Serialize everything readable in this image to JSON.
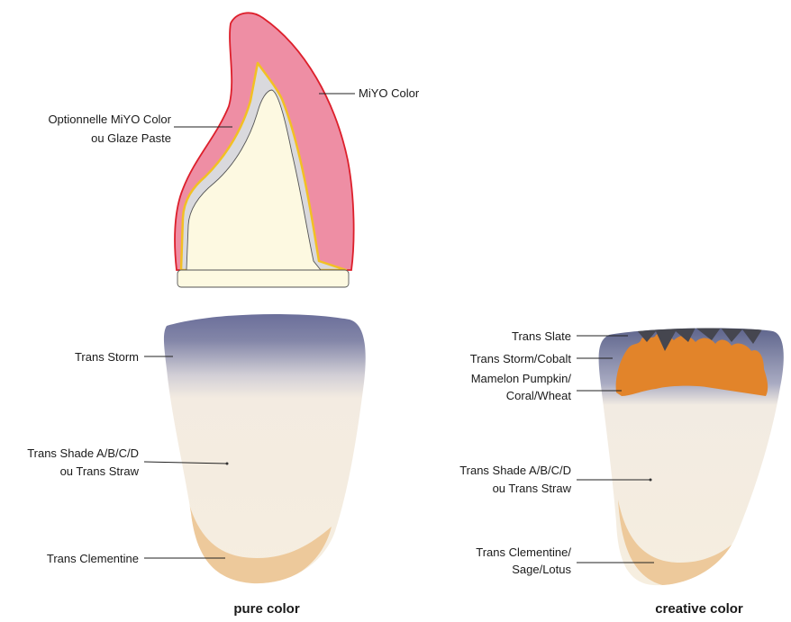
{
  "top_diagram": {
    "labels": {
      "miyo_color": "MiYO Color",
      "optional_line1": "Optionnelle MiYO Color",
      "optional_line2": "ou  Glaze Paste"
    }
  },
  "pure_color": {
    "caption": "pure color",
    "labels": {
      "trans_storm": "Trans Storm",
      "shade_line1": "Trans Shade A/B/C/D",
      "shade_line2": "ou Trans Straw",
      "clementine": "Trans Clementine"
    }
  },
  "creative_color": {
    "caption": "creative color",
    "labels": {
      "slate": "Trans Slate",
      "storm_cobalt": "Trans Storm/Cobalt",
      "mamelon_line1": "Mamelon Pumpkin/",
      "mamelon_line2": "Coral/Wheat",
      "shade_line1": "Trans Shade A/B/C/D",
      "shade_line2": "ou Trans Straw",
      "clementine_line1": "Trans Clementine/",
      "clementine_line2": "Sage/Lotus"
    }
  },
  "colors": {
    "miyo_pink": "#ee8ea4",
    "outline_red": "#dd1f2b",
    "dentin_cream": "#fdf9e1",
    "gold_line": "#f2c024",
    "storm_blue": "#6a6e98",
    "tooth_cream": "#f6eedf",
    "clementine": "#edc99b",
    "mamelon_orange": "#e2842a",
    "slate": "#45464f"
  }
}
